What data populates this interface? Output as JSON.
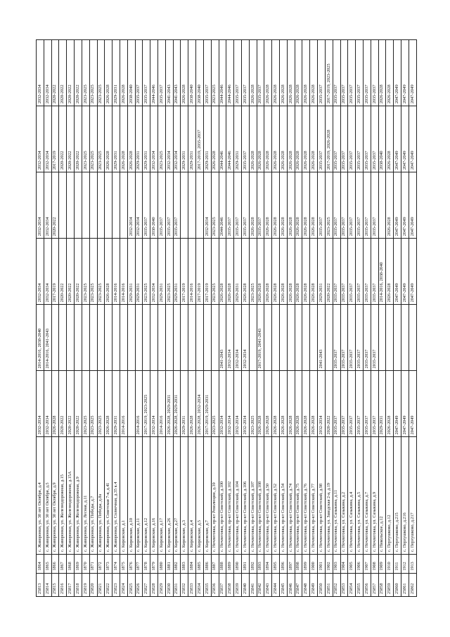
{
  "rows": [
    [
      "25813",
      "1864",
      "с. Жаворонки, ул. 30 лет Октября, д.4",
      "2032-2034",
      "2014-2016, 2038-2040",
      "2032-2034",
      "2032-2034",
      "2032-2034",
      "2032-2034"
    ],
    [
      "25814",
      "1865",
      "с. Жаворонки, ул. 30 лет Октября, д.5",
      "2032-2034",
      "2014-2016, 2041-2043",
      "2032-2034",
      "2032-2034",
      "2032-2034",
      "2032-2034"
    ],
    [
      "25815",
      "1866",
      "с. Жаворонки, ул. 30 лет Октября, д.9",
      "2026-2028",
      "",
      "2017-2019",
      "2020-2022",
      "2017-2019",
      "2020-2022"
    ],
    [
      "25816",
      "1867",
      "с. Жаворонки, ул. Железнодорожная, д.15",
      "2020-2022",
      "",
      "2020-2022",
      "",
      "2020-2022",
      "2020-2022"
    ],
    [
      "25817",
      "1868",
      "с. Жаворонки, ул. Железнодорожная, д.15А",
      "2020-2022",
      "",
      "2020-2022",
      "",
      "2020-2022",
      "2020-2022"
    ],
    [
      "25818",
      "1869",
      "с. Жаворонки, ул. Железнодорожная, д.9",
      "2020-2022",
      "",
      "2020-2022",
      "",
      "2020-2022",
      "2020-2022"
    ],
    [
      "25819",
      "1870",
      "с. Жаворонки, ул. Лесная, д.11",
      "2023-2025",
      "",
      "2023-2025",
      "",
      "2023-2025",
      "2023-2025"
    ],
    [
      "25820",
      "1871",
      "с. Жаворонки, ул. Победы, д.7",
      "2023-2025",
      "",
      "2023-2025",
      "",
      "2023-2025",
      "2023-2025"
    ],
    [
      "25821",
      "1872",
      "с. Жаворонки, ул. Победы, д.8а",
      "2023-2025",
      "",
      "2023-2025",
      "",
      "2023-2025",
      "2023-2025"
    ],
    [
      "25822",
      "1873",
      "с. Жаворонки, ул. Советская 7-я, д.41",
      "2026-2028",
      "",
      "2026-2028",
      "",
      "2026-2028",
      "2026-2028"
    ],
    [
      "25823",
      "1874",
      "с. Жаворонки, ул. Солнечная, д.35 к.4",
      "2029-2031",
      "",
      "2014-2016",
      "",
      "2029-2031",
      "2029-2031"
    ],
    [
      "25824",
      "1875",
      "с. Кировские, д.1",
      "2014-2016",
      "",
      "2014-2016",
      "",
      "2026-2028",
      "2026-2028"
    ],
    [
      "25825",
      "1876",
      "с. Кировские, д.10",
      "",
      "",
      "2029-2031",
      "2032-2034",
      "2026-2028",
      "2038-2040"
    ],
    [
      "25826",
      "1877",
      "с. Кировские, д.11",
      "2014-2016",
      "",
      "2029-2031",
      "2032-2034",
      "2029-2031",
      "2035-2037"
    ],
    [
      "25827",
      "1878",
      "с. Кировские, д.12",
      "2017-2019, 2023-2025",
      "",
      "2023-2025",
      "2035-2037",
      "2029-2031",
      "2035-2037"
    ],
    [
      "25828",
      "1879",
      "с. Кировские, д.16",
      "2032-2034",
      "",
      "2032-2034",
      "2038-2040",
      "2032-2034",
      "2044-2046"
    ],
    [
      "25829",
      "1880",
      "с. Кировские, д.17",
      "2014-2016",
      "",
      "2029-2031",
      "2035-2037",
      "2023-2025",
      "2035-2037"
    ],
    [
      "25830",
      "1881",
      "с. Кировские, д.26",
      "2026-2028, 2029-2031",
      "",
      "2023-2025",
      "2035-2037",
      "2032-2034",
      "2041-2043"
    ],
    [
      "25831",
      "1882",
      "с. Кировские, д.27",
      "2026-2028, 2029-2031",
      "",
      "2029-2031",
      "2035-2037",
      "2032-2034",
      "2041-2043"
    ],
    [
      "25832",
      "1883",
      "с. Кировские, д.3",
      "2029-2031",
      "",
      "2017-2019",
      "",
      "2029-2031",
      "2026-2028"
    ],
    [
      "25833",
      "1884",
      "с. Кировские, д.4",
      "2026-2028",
      "",
      "2014-2016",
      "",
      "2029-2031",
      "2038-2040"
    ],
    [
      "25834",
      "1885",
      "с. Кировские, д.5",
      "2026-2028, 2032-2034",
      "",
      "2017-2019",
      "",
      "2017-2019, 2035-2037",
      "2038-2040"
    ],
    [
      "25835",
      "1886",
      "с. Кировские, д.7",
      "2017-2019, 2029-2031",
      "",
      "2017-2019",
      "2032-2034",
      "2029-2031",
      "2035-2037"
    ],
    [
      "25836",
      "1887",
      "с. Ночлеговка, пр-кт Революции, д.39",
      "2023-2025",
      "",
      "2023-2025",
      "2023-2025",
      "2026-2028",
      "2023-2025"
    ],
    [
      "25837",
      "1888",
      "с. Ночлеговка, пр-кт Советский, д.100",
      "2032-2034",
      "2041-2043",
      "2026-2028",
      "2044-2046",
      "2044-2046",
      "2044-2046"
    ],
    [
      "25838",
      "1889",
      "с. Ночлеговка, пр-кт Советский, д.102",
      "2032-2034",
      "2032-2034",
      "2026-2028",
      "2035-2037",
      "2044-2046",
      "2044-2046"
    ],
    [
      "25839",
      "1890",
      "с. Ночлеговка, пр-кт Советский, д.104",
      "2032-2034",
      "2032-2034",
      "2029-2031",
      "2035-2037",
      "2029-2031",
      "2035-2037"
    ],
    [
      "25840",
      "1891",
      "с. Ночлеговка, пр-кт Советский, д.106",
      "2032-2034",
      "2032-2034",
      "2026-2028",
      "2035-2037",
      "2035-2037",
      "2035-2037"
    ],
    [
      "25841",
      "1892",
      "с. Ночлеговка, пр-кт Советский, д.107",
      "2023-2025",
      "",
      "2023-2025",
      "2026-2028",
      "2026-2028",
      "2026-2028"
    ],
    [
      "25842",
      "1893",
      "с. Ночлеговка, пр-кт Советский, д.108",
      "2026-2028",
      "2017-2019, 2041-2043",
      "2026-2028",
      "2035-2037",
      "2026-2028",
      "2035-2037"
    ],
    [
      "25843",
      "1894",
      "с. Ночлеговка, пр-кт Советский, д.50",
      "2026-2028",
      "",
      "2026-2028",
      "2026-2028",
      "2026-2028",
      "2026-2028"
    ],
    [
      "25844",
      "1895",
      "с. Ночлеговка, пр-кт Советский, д.52",
      "2026-2028",
      "",
      "2026-2028",
      "2026-2028",
      "2026-2028",
      "2026-2028"
    ],
    [
      "25845",
      "1896",
      "с. Ночлеговка, пр-кт Советский, д.54",
      "2026-2028",
      "",
      "2026-2028",
      "2026-2028",
      "2026-2028",
      "2026-2028"
    ],
    [
      "25846",
      "1897",
      "с. Ночлеговка, пр-кт Советский, д.74",
      "2026-2028",
      "",
      "2026-2028",
      "2026-2028",
      "2026-2028",
      "2026-2028"
    ],
    [
      "25847",
      "1898",
      "с. Ночлеговка, пр-кт Советский, д.75",
      "2026-2028",
      "",
      "2026-2028",
      "2026-2028",
      "2026-2028",
      "2026-2028"
    ],
    [
      "25848",
      "1899",
      "с. Ночлеговка, пр-кт Советский, д.76",
      "2026-2028",
      "",
      "2026-2028",
      "2026-2028",
      "2026-2028",
      "2026-2028"
    ],
    [
      "25849",
      "1900",
      "с. Ночлеговка, пр-кт Советский, д.77",
      "2026-2028",
      "",
      "2026-2028",
      "2026-2028",
      "2026-2028",
      "2026-2028"
    ],
    [
      "25850",
      "1901",
      "с. Ночлеговка, пр-кт Советский, д.98",
      "2032-2034",
      "2041-2043",
      "2029-2031",
      "2035-2037",
      "2035-2037",
      "2035-2037"
    ],
    [
      "25851",
      "1902",
      "с. Ночлеговка, ул. Заводская 2-я, д.19",
      "2020-2022",
      "",
      "2020-2022",
      "2023-2025",
      "2017-2019, 2026-2028",
      "2017-2019, 2023-2025"
    ],
    [
      "25852",
      "1903",
      "с. Ночлеговка, ул. Сазыкина, д.11",
      "2035-2037",
      "2035-2037",
      "2035-2037",
      "2035-2037",
      "2035-2037",
      "2035-2037"
    ],
    [
      "25853",
      "1904",
      "с. Ночлеговка, ул. Сазыкина, д.2",
      "2035-2037",
      "2035-2037",
      "2035-2037",
      "2035-2037",
      "2035-2037",
      "2035-2037"
    ],
    [
      "25854",
      "1905",
      "с. Ночлеговка, ул. Сазыкина, д.4",
      "2035-2037",
      "2035-2037",
      "2035-2037",
      "2035-2037",
      "2035-2037",
      "2035-2037"
    ],
    [
      "25855",
      "1906",
      "с. Ночлеговка, ул. Сазыкина, д.5",
      "2035-2037",
      "2035-2037",
      "2035-2037",
      "2035-2037",
      "2035-2037",
      "2035-2037"
    ],
    [
      "25856",
      "1907",
      "с. Ночлеговка, ул. Сазыкина, д.7",
      "2035-2037",
      "2035-2037",
      "2035-2037",
      "2035-2037",
      "2035-2037",
      "2035-2037"
    ],
    [
      "25857",
      "1908",
      "с. Ночлеговка, ул. Сазыкина, д.9",
      "2035-2037",
      "2035-2037",
      "2035-2037",
      "2035-2037",
      "2035-2037",
      "2035-2037"
    ],
    [
      "25858",
      "1909",
      "с. Никольское, д.12",
      "2029-2031",
      "",
      "2014-2016, 2038-2040",
      "",
      "2038-2040",
      "2026-2028"
    ],
    [
      "25859",
      "1910",
      "с. Перхушково, д.12",
      "2026-2028",
      "",
      "2026-2028",
      "2026-2028",
      "2026-2028",
      "2026-2028"
    ],
    [
      "25860",
      "1911",
      "с. Перхушково, д.215",
      "2047-2049",
      "",
      "2047-2049",
      "2047-2049",
      "2047-2049",
      "2047-2049"
    ],
    [
      "25861",
      "1912",
      "с. Перхушково, д.216",
      "2047-2049",
      "",
      "2047-2049",
      "2047-2049",
      "2047-2049",
      "2047-2049"
    ],
    [
      "25862",
      "1913",
      "с. Перхушково, д.217",
      "2047-2049",
      "",
      "2047-2049",
      "2047-2049",
      "2047-2049",
      "2047-2049"
    ]
  ]
}
